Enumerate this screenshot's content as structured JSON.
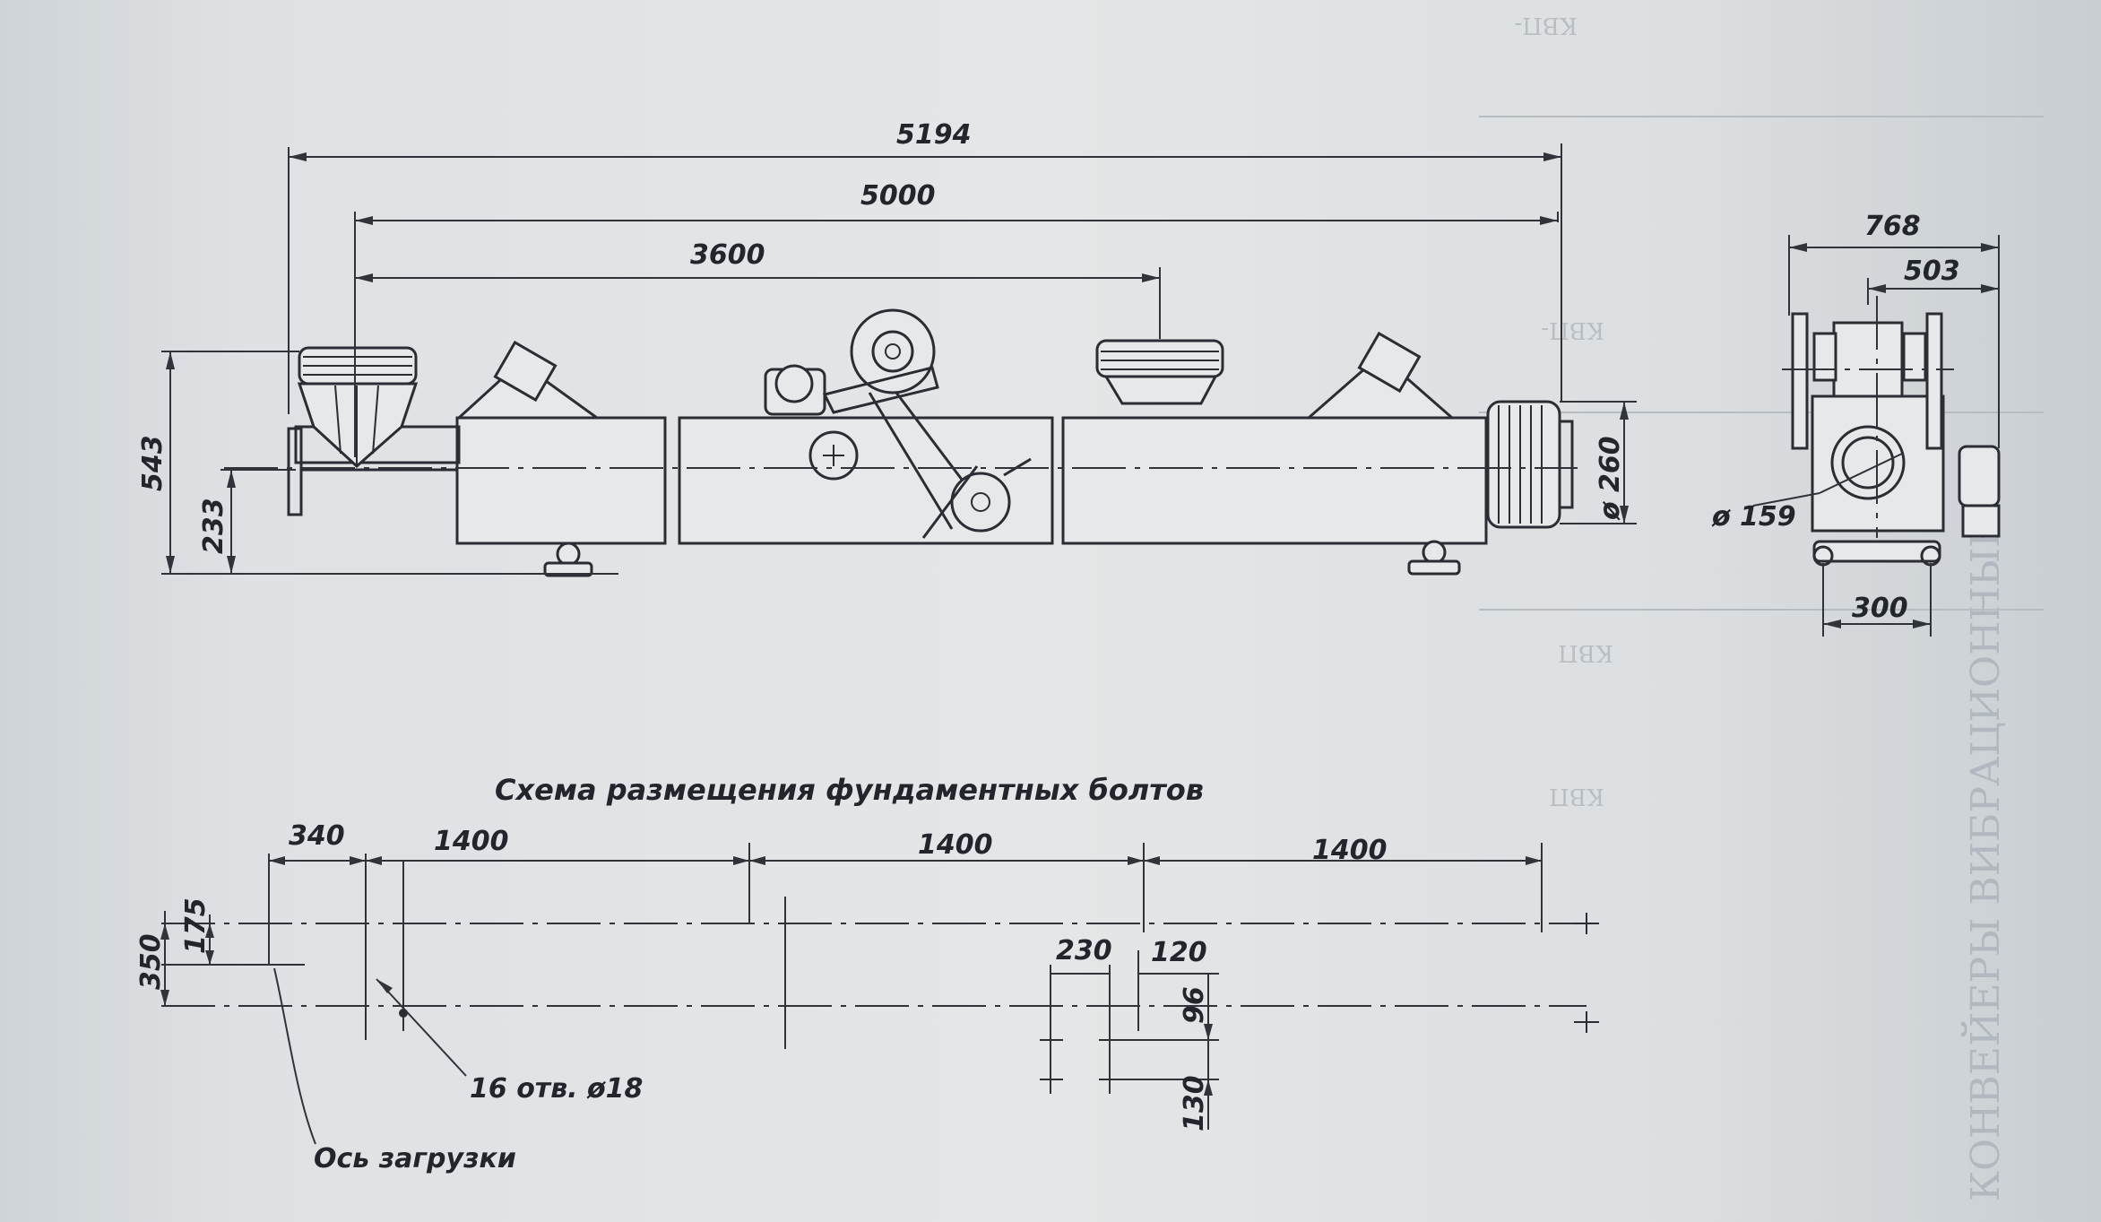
{
  "elevation_view": {
    "dims": {
      "overall_length": "5194",
      "length_between_axes": "5000",
      "drive_position": "3600",
      "height": "543",
      "axis_height": "233",
      "outlet_diameter": "ø 260"
    }
  },
  "end_view": {
    "dims": {
      "overall_width": "768",
      "width_to_axis": "503",
      "base_width": "300",
      "pipe_diameter": "ø 159"
    }
  },
  "bolt_layout": {
    "caption": "Схема размещения фундаментных болтов",
    "dims": {
      "first_offset": "340",
      "pitch_1": "1400",
      "pitch_2": "1400",
      "pitch_3": "1400",
      "row_spacing": "350",
      "half_row": "175",
      "detail_a": "230",
      "detail_b": "120",
      "detail_c": "96",
      "detail_d": "130"
    },
    "labels": {
      "holes": "16 отв. ø18",
      "load_axis": "Ось загрузки"
    }
  }
}
